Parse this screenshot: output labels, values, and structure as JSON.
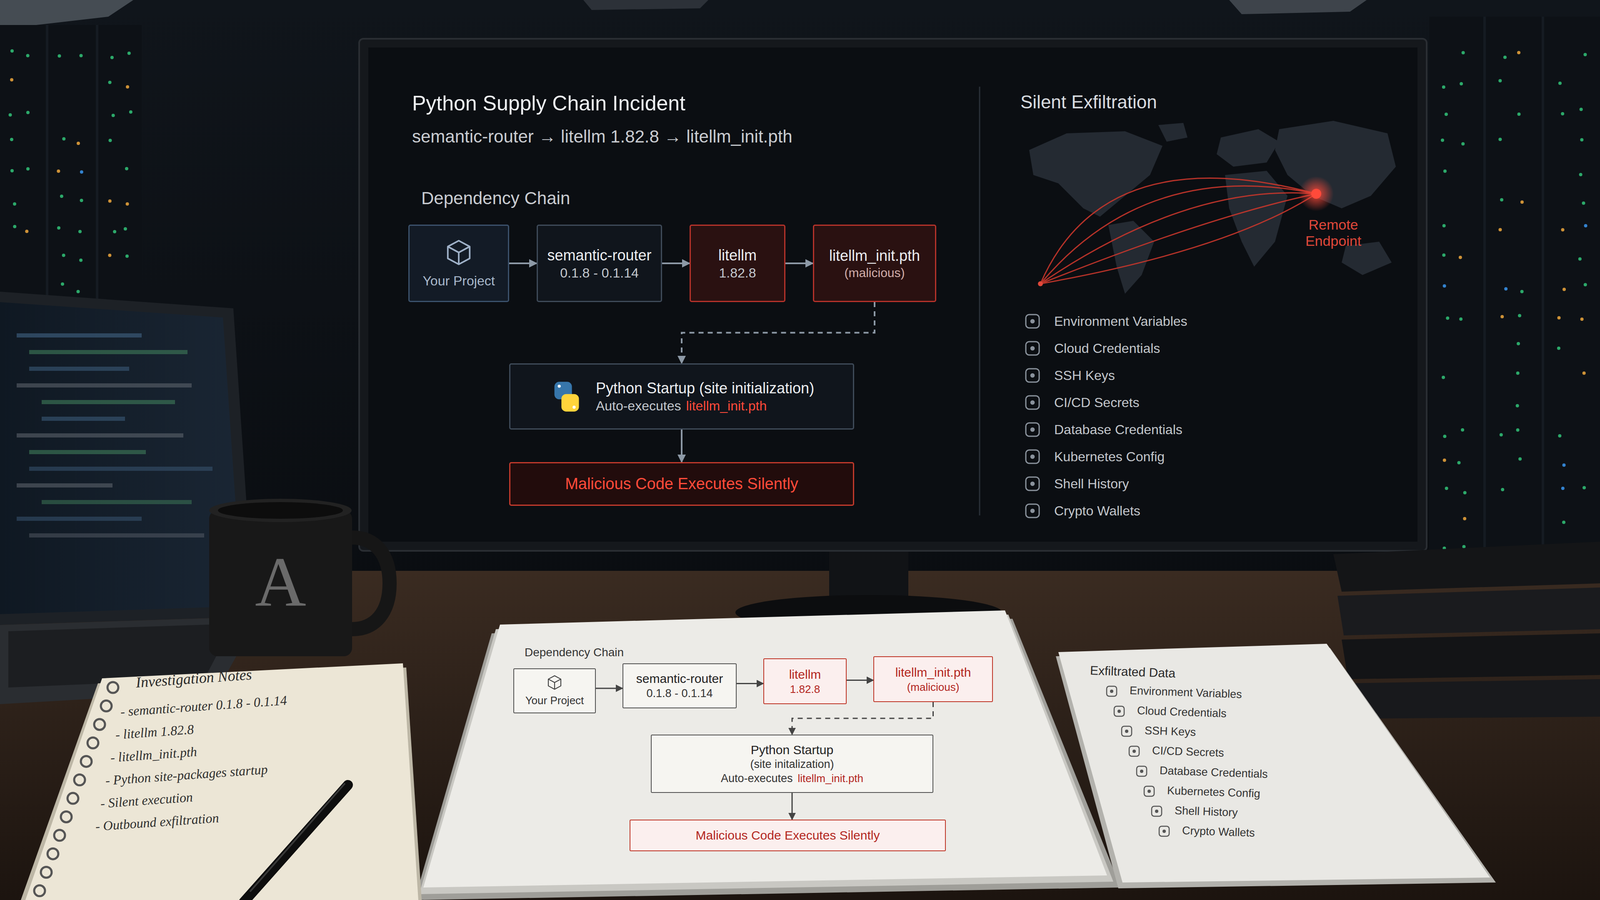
{
  "diagram": {
    "title": "Python Supply Chain Incident",
    "nodes": [
      {
        "text": [
          "Your Project"
        ]
      },
      {
        "text": [
          "semantic-router",
          "0.1.8 - 0.1.14"
        ]
      },
      {
        "text": [
          "litellm",
          "1.82.8"
        ]
      },
      {
        "text": [
          "litellm_init.pth",
          "(malicious)"
        ]
      },
      {
        "text": [
          "Python Startup (site initialization)",
          "Auto-executes",
          "litellm_init.pth"
        ]
      },
      {
        "text": [
          "Malicious Code Executes Silently"
        ]
      },
      {
        "text": [
          "Your Project"
        ]
      },
      {
        "text": [
          "semantic-router",
          "0.1.8 - 0.1.14"
        ]
      },
      {
        "text": [
          "litellm",
          "1.82.8"
        ]
      },
      {
        "text": [
          "litellm_init.pth",
          "(malicious)"
        ]
      },
      {
        "text": [
          "Python Startup",
          "(site initalization)",
          "Auto-executes",
          "litellm_init.pth"
        ]
      },
      {
        "text": [
          "Malicious Code Executes Silently"
        ]
      }
    ],
    "edges": [
      {
        "from": 0,
        "to": 1,
        "arrow": "to"
      },
      {
        "from": 1,
        "to": 2,
        "arrow": "to"
      },
      {
        "from": 2,
        "to": 3,
        "arrow": "to"
      },
      {
        "from": 3,
        "to": 4,
        "arrow": "to"
      },
      {
        "from": 4,
        "to": 5,
        "arrow": "to"
      },
      {
        "from": 6,
        "to": 7,
        "arrow": "to"
      },
      {
        "from": 7,
        "to": 8,
        "arrow": "to"
      },
      {
        "from": 8,
        "to": 9,
        "arrow": "to"
      },
      {
        "from": 9,
        "to": 10,
        "arrow": "to"
      },
      {
        "from": 10,
        "to": 11,
        "arrow": "to"
      }
    ],
    "labels": [
      "semantic-router → litellm 1.82.8 → litellm_init.pth",
      "Dependency Chain",
      "Silent Exfiltration",
      "Remote Endpoint",
      "Environment Variables",
      "Cloud Credentials",
      "SSH Keys",
      "CI/CD Secrets",
      "Database Credentials",
      "Kubernetes Config",
      "Shell History",
      "Crypto Wallets",
      "A",
      "Investigation Notes",
      "- semantic-router 0.1.8 - 0.1.14",
      "- litellm 1.82.8",
      "- litellm_init.pth",
      "- Python site-packages startup",
      "- Silent execution",
      "- Outbound exfiltration",
      "Dependency Chain",
      "Exfiltrated Data",
      "Environment Variables",
      "Cloud Credentials",
      "SSH Keys",
      "CI/CD Secrets",
      "Database Credentials",
      "Kubernetes Config",
      "Shell History",
      "Crypto Wallets"
    ]
  }
}
